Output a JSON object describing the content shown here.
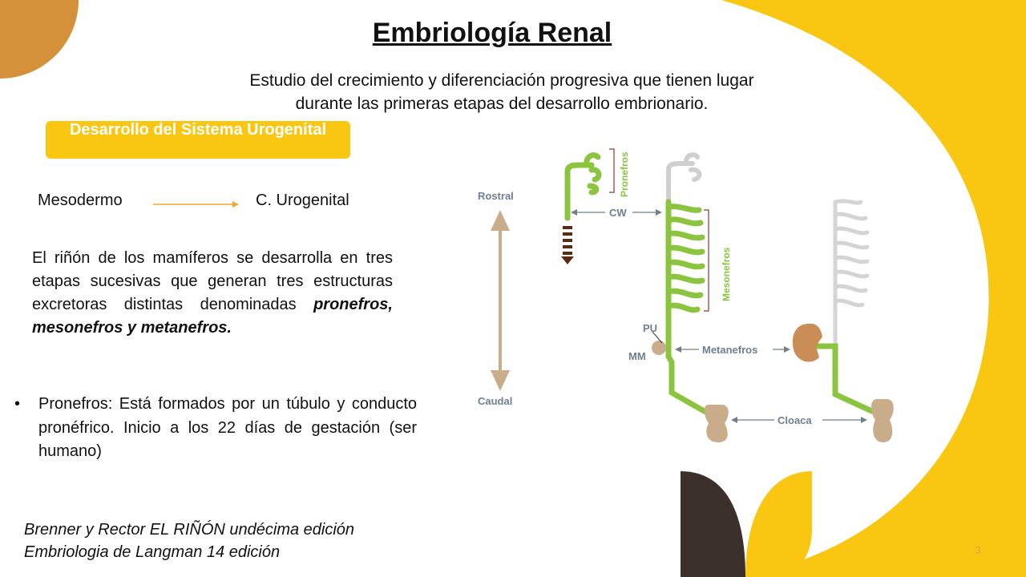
{
  "title": "Embriología Renal",
  "subtitle": "Estudio del crecimiento y diferenciación progresiva que tienen lugar durante las primeras etapas del desarrollo embrionario.",
  "section_pill": "Desarrollo del Sistema Urogenital",
  "flow": {
    "from": "Mesodermo",
    "to": "C. Urogenital"
  },
  "paragraph": {
    "intro": "El riñón de los mamíferos se desarrolla en tres etapas sucesivas que generan tres estructuras excretoras distintas denominadas ",
    "emphasis": "pronefros, mesonefros y metanefros."
  },
  "bullet": {
    "symbol": "•",
    "text": "Pronefros:  Está formados por un túbulo y conducto pronéfrico. Inicio a los 22 días de gestación (ser humano)"
  },
  "references": [
    "Brenner y Rector EL RIÑÓN undécima edición",
    "Embriologia de Langman 14 edición"
  ],
  "page_number": "3",
  "diagram": {
    "rostral": "Rostral",
    "caudal": "Caudal",
    "pronefros": "Pronefros",
    "cw": "CW",
    "mesonefros": "Mesonefros",
    "pu": "PU",
    "mm": "MM",
    "metanefros": "Metanefros",
    "cloaca": "Cloaca"
  },
  "colors": {
    "accent_yellow": "#f9c711",
    "accent_orange": "#d4913a",
    "dark_brown": "#3b302b",
    "tubule_green": "#8bc53f",
    "arrow_tan": "#c9ad8a"
  }
}
